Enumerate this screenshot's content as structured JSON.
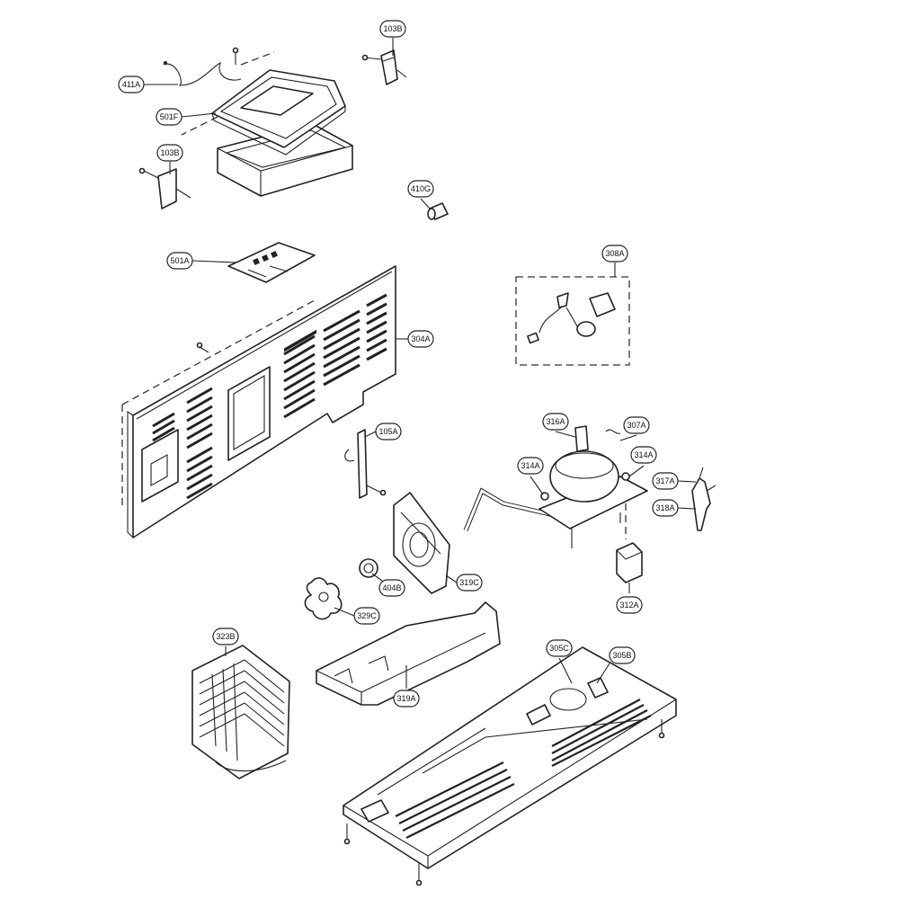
{
  "callouts": [
    {
      "id": "103B-top",
      "text": "103B"
    },
    {
      "id": "411A",
      "text": "411A"
    },
    {
      "id": "501F",
      "text": "501F"
    },
    {
      "id": "103B-left",
      "text": "103B"
    },
    {
      "id": "410G",
      "text": "410G"
    },
    {
      "id": "501A",
      "text": "501A"
    },
    {
      "id": "308A",
      "text": "308A"
    },
    {
      "id": "304A",
      "text": "304A"
    },
    {
      "id": "105A",
      "text": "105A"
    },
    {
      "id": "316A",
      "text": "316A"
    },
    {
      "id": "307A",
      "text": "307A"
    },
    {
      "id": "314A-right",
      "text": "314A"
    },
    {
      "id": "314A-left",
      "text": "314A"
    },
    {
      "id": "317A",
      "text": "317A"
    },
    {
      "id": "318A",
      "text": "318A"
    },
    {
      "id": "319C",
      "text": "319C"
    },
    {
      "id": "404B",
      "text": "404B"
    },
    {
      "id": "329C",
      "text": "329C"
    },
    {
      "id": "312A",
      "text": "312A"
    },
    {
      "id": "323B",
      "text": "323B"
    },
    {
      "id": "319A",
      "text": "319A"
    },
    {
      "id": "305C",
      "text": "305C"
    },
    {
      "id": "305B",
      "text": "305B"
    }
  ]
}
